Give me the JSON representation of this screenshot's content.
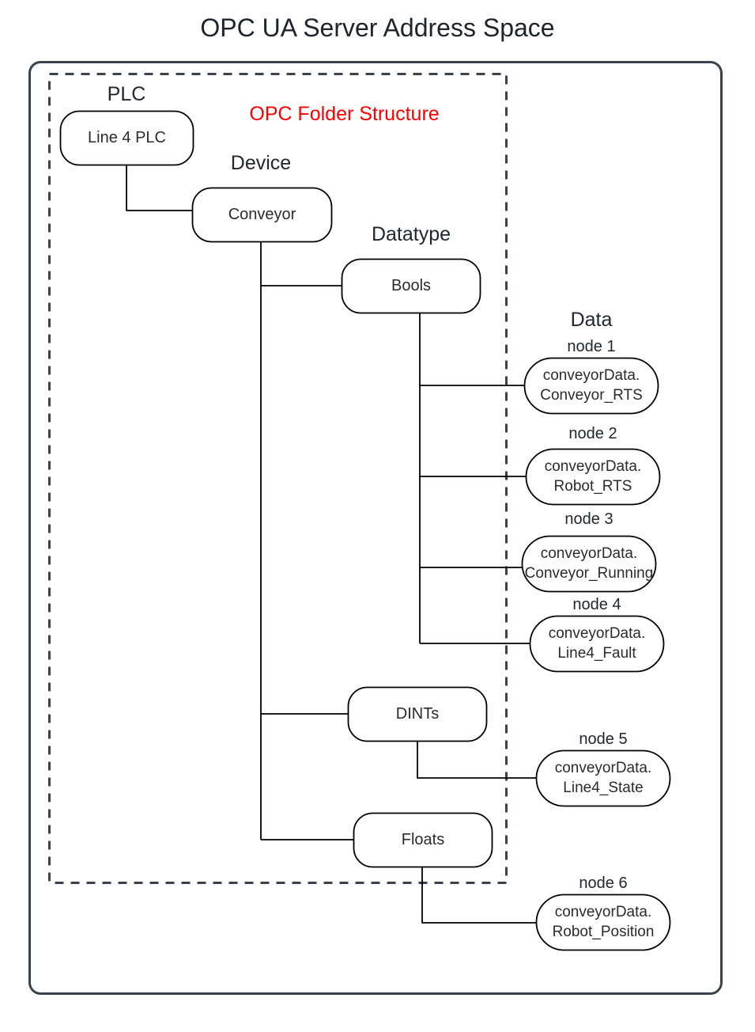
{
  "title": "OPC UA Server Address Space",
  "colors": {
    "outline": "#3b414d",
    "node_stroke": "#000000",
    "text": "#222630",
    "accent_red": "#ff0000",
    "background": "#ffffff"
  },
  "container": {
    "name": "address-space-container"
  },
  "dashed_region": {
    "label": "OPC Folder Structure"
  },
  "group_labels": [
    {
      "id": "plc",
      "text": "PLC"
    },
    {
      "id": "device",
      "text": "Device"
    },
    {
      "id": "datatype",
      "text": "Datatype"
    },
    {
      "id": "data",
      "text": "Data"
    }
  ],
  "tree": {
    "plc_node": {
      "label": "Line 4 PLC"
    },
    "device_node": {
      "label": "Conveyor"
    },
    "datatype_nodes": [
      {
        "id": "bools",
        "label": "Bools"
      },
      {
        "id": "dints",
        "label": "DINTs"
      },
      {
        "id": "floats",
        "label": "Floats"
      }
    ],
    "data_nodes": [
      {
        "caption": "node 1",
        "line1": "conveyorData.",
        "line2": "Conveyor_RTS",
        "parent": "bools"
      },
      {
        "caption": "node 2",
        "line1": "conveyorData.",
        "line2": "Robot_RTS",
        "parent": "bools"
      },
      {
        "caption": "node 3",
        "line1": "conveyorData.",
        "line2": "Conveyor_Running",
        "parent": "bools"
      },
      {
        "caption": "node 4",
        "line1": "conveyorData.",
        "line2": "Line4_Fault",
        "parent": "bools"
      },
      {
        "caption": "node 5",
        "line1": "conveyorData.",
        "line2": "Line4_State",
        "parent": "dints"
      },
      {
        "caption": "node 6",
        "line1": "conveyorData.",
        "line2": "Robot_Position",
        "parent": "floats"
      }
    ]
  }
}
